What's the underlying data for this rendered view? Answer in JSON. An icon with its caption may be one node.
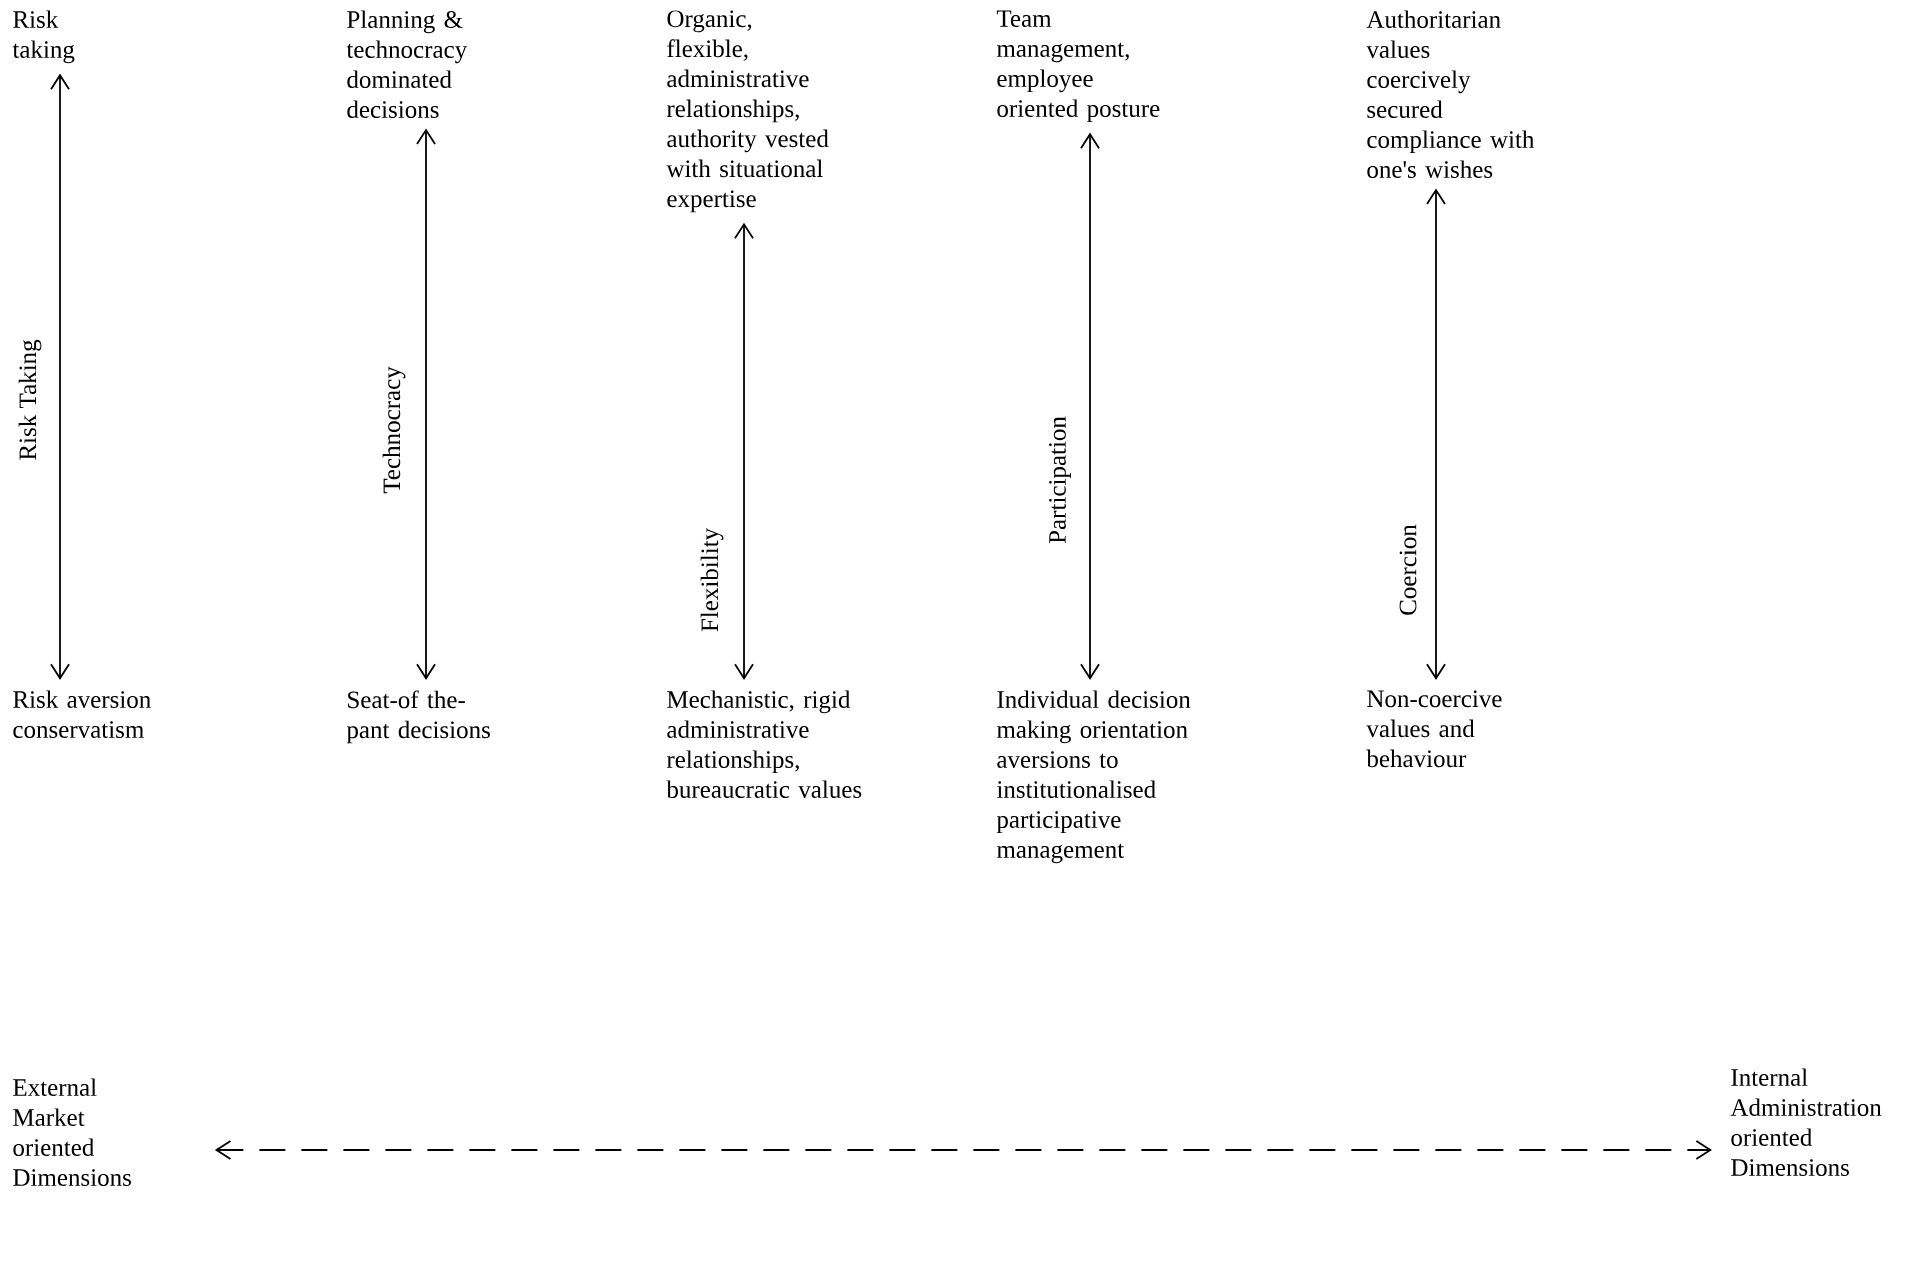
{
  "diagram": {
    "nodes": [
      {
        "text": [
          "Risk taking"
        ]
      },
      {
        "text": [
          "Risk aversion conservatism"
        ]
      },
      {
        "text": [
          "Planning & technocracy dominated decisions"
        ]
      },
      {
        "text": [
          "Seat-of the-pant decisions"
        ]
      },
      {
        "text": [
          "Organic, flexible, administrative relationships, authority vested with situational expertise"
        ]
      },
      {
        "text": [
          "Mechanistic, rigid administrative relationships, bureaucratic values"
        ]
      },
      {
        "text": [
          "Team management, employee oriented posture"
        ]
      },
      {
        "text": [
          "Individual decision making orientation aversions to institutionalised participative management"
        ]
      },
      {
        "text": [
          "Authoritarian values coercively secured compliance with one's wishes"
        ]
      },
      {
        "text": [
          "Non-coercive values and behaviour"
        ]
      },
      {
        "text": [
          "External Market oriented Dimensions"
        ]
      },
      {
        "text": [
          "Internal Administration oriented Dimensions"
        ]
      }
    ],
    "edges": [
      {
        "from": 0,
        "to": 1,
        "arrow": "both",
        "label": "Risk Taking"
      },
      {
        "from": 2,
        "to": 3,
        "arrow": "both",
        "label": "Technocracy"
      },
      {
        "from": 4,
        "to": 5,
        "arrow": "both",
        "label": "Flexibility"
      },
      {
        "from": 6,
        "to": 7,
        "arrow": "both",
        "label": "Participation"
      },
      {
        "from": 8,
        "to": 9,
        "arrow": "both",
        "label": "Coercion"
      },
      {
        "from": 10,
        "to": 11,
        "arrow": "both",
        "style": "dashed"
      }
    ]
  }
}
